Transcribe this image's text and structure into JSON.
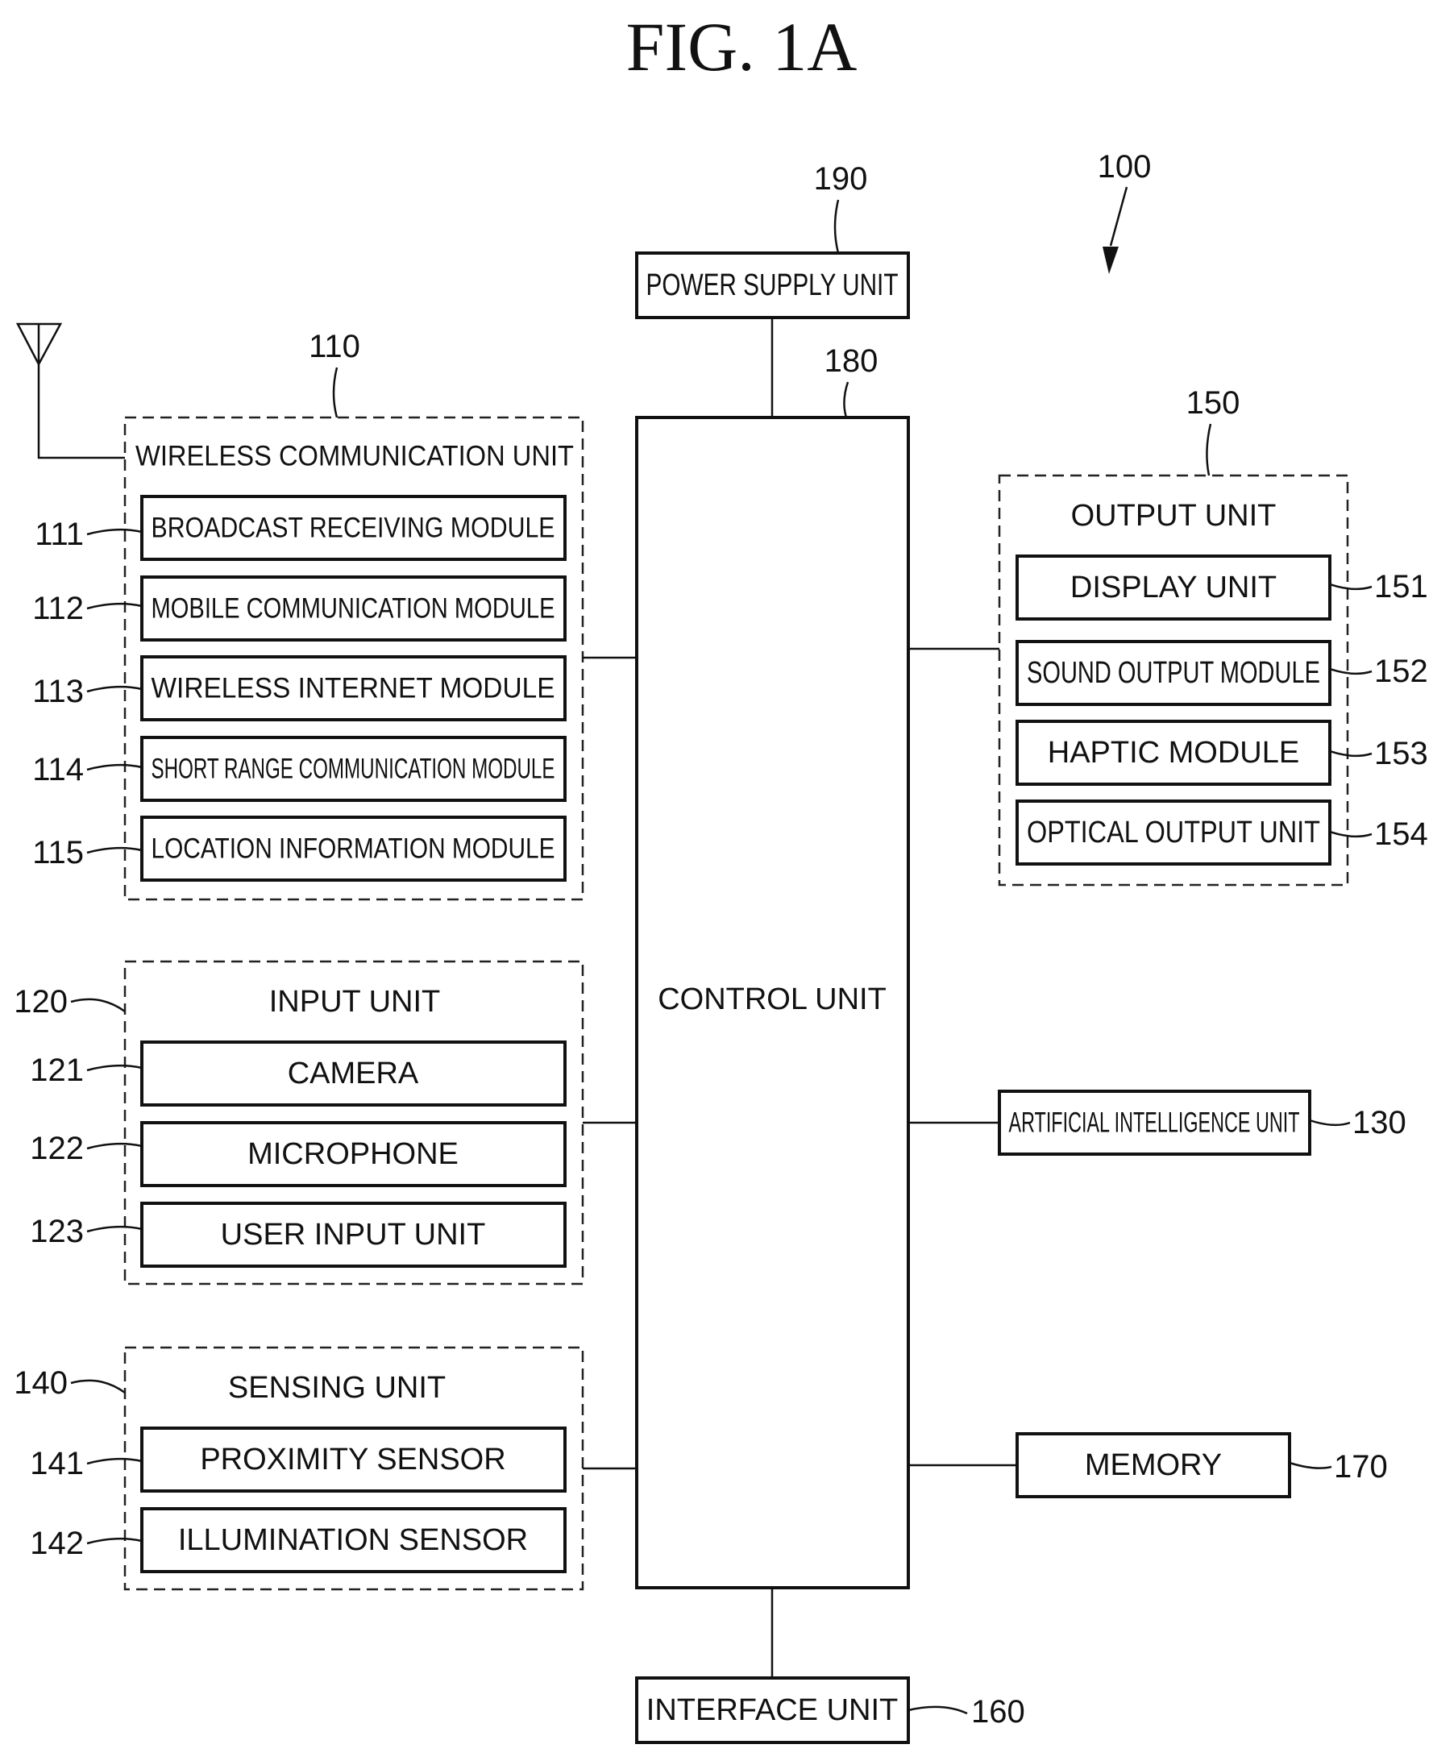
{
  "figure_title": "FIG. 1A",
  "device_ref": "100",
  "power_supply": {
    "label": "POWER SUPPLY UNIT",
    "ref": "190"
  },
  "control": {
    "label": "CONTROL UNIT",
    "ref": "180"
  },
  "interface": {
    "label": "INTERFACE UNIT",
    "ref": "160"
  },
  "ai": {
    "label": "ARTIFICIAL INTELLIGENCE UNIT",
    "ref": "130"
  },
  "memory": {
    "label": "MEMORY",
    "ref": "170"
  },
  "wireless": {
    "label": "WIRELESS COMMUNICATION UNIT",
    "ref": "110",
    "modules": [
      {
        "label": "BROADCAST RECEIVING MODULE",
        "ref": "111"
      },
      {
        "label": "MOBILE COMMUNICATION MODULE",
        "ref": "112"
      },
      {
        "label": "WIRELESS INTERNET MODULE",
        "ref": "113"
      },
      {
        "label": "SHORT RANGE COMMUNICATION MODULE",
        "ref": "114"
      },
      {
        "label": "LOCATION INFORMATION MODULE",
        "ref": "115"
      }
    ]
  },
  "input": {
    "label": "INPUT UNIT",
    "ref": "120",
    "modules": [
      {
        "label": "CAMERA",
        "ref": "121"
      },
      {
        "label": "MICROPHONE",
        "ref": "122"
      },
      {
        "label": "USER INPUT UNIT",
        "ref": "123"
      }
    ]
  },
  "sensing": {
    "label": "SENSING UNIT",
    "ref": "140",
    "modules": [
      {
        "label": "PROXIMITY SENSOR",
        "ref": "141"
      },
      {
        "label": "ILLUMINATION SENSOR",
        "ref": "142"
      }
    ]
  },
  "output": {
    "label": "OUTPUT UNIT",
    "ref": "150",
    "modules": [
      {
        "label": "DISPLAY UNIT",
        "ref": "151"
      },
      {
        "label": "SOUND OUTPUT MODULE",
        "ref": "152"
      },
      {
        "label": "HAPTIC MODULE",
        "ref": "153"
      },
      {
        "label": "OPTICAL OUTPUT UNIT",
        "ref": "154"
      }
    ]
  }
}
